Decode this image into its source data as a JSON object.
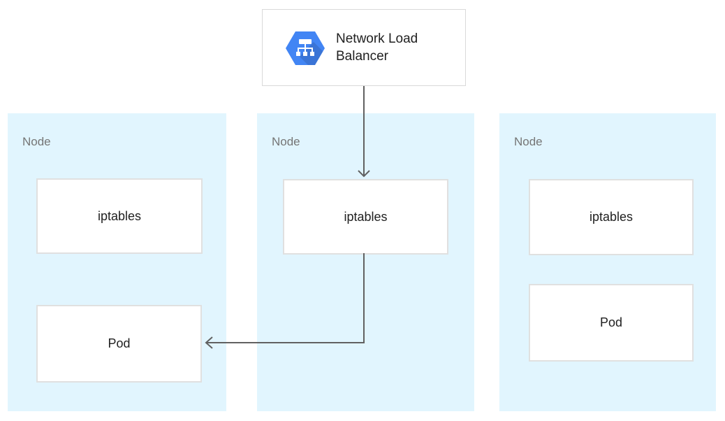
{
  "diagram": {
    "load_balancer": {
      "label": "Network Load Balancer",
      "icon": "network-load-balancer-hexagon-icon"
    },
    "nodes": [
      {
        "label": "Node",
        "boxes": [
          {
            "label": "iptables"
          },
          {
            "label": "Pod"
          }
        ]
      },
      {
        "label": "Node",
        "boxes": [
          {
            "label": "iptables"
          }
        ]
      },
      {
        "label": "Node",
        "boxes": [
          {
            "label": "iptables"
          },
          {
            "label": "Pod"
          }
        ]
      }
    ],
    "edges": [
      {
        "from": "load-balancer",
        "to": "node-2-iptables"
      },
      {
        "from": "node-2-iptables",
        "to": "node-1-pod"
      }
    ],
    "colors": {
      "node_background": "#e1f5fe",
      "box_border": "#e0e0e0",
      "card_border": "#d9d9d9",
      "arrow": "#616161",
      "icon_blue": "#4285f4",
      "icon_shadow": "rgba(0,0,0,0.12)",
      "text_dark": "#212121",
      "node_label_gray": "#757575"
    }
  }
}
